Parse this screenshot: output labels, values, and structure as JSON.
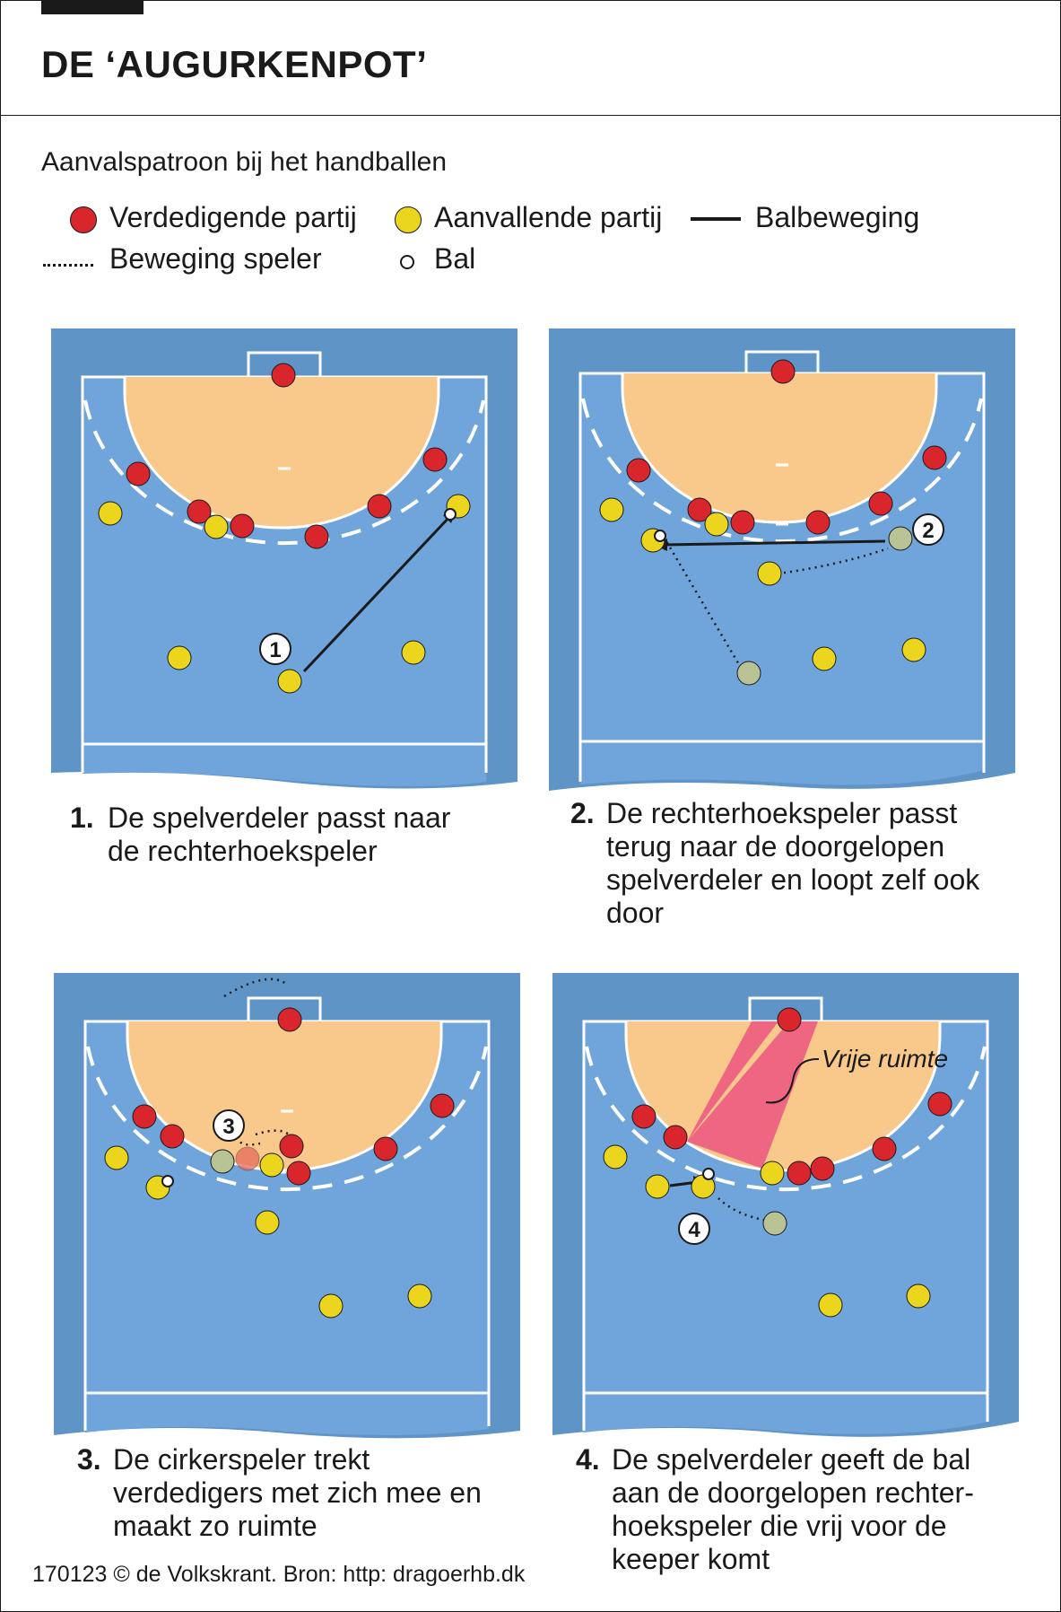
{
  "title": "DE ‘AUGURKENPOT’",
  "subtitle": "Aanvalspatroon bij het handballen",
  "legend": {
    "defending": "Verdedigende partij",
    "attacking": "Aanvallende partij",
    "ball_movement": "Balbeweging",
    "player_movement": "Beweging speler",
    "ball": "Bal"
  },
  "colors": {
    "court_outer": "#5f94c6",
    "court_inner": "#6fa5da",
    "goal_area": "#f8c98a",
    "defender": "#d8262c",
    "attacker": "#ecd51d",
    "faded_attacker": "#b9c294",
    "free_space": "#e8247c"
  },
  "steps": [
    {
      "number": "1.",
      "marker": "1",
      "caption": "De spelverdeler passt naar de rechterhoekspeler"
    },
    {
      "number": "2.",
      "marker": "2",
      "caption": "De rechterhoekspeler passt terug naar de doorgelopen spelverdeler en loopt zelf ook door"
    },
    {
      "number": "3.",
      "marker": "3",
      "caption": "De cirkerspeler trekt verdedigers met zich mee en maakt zo ruimte"
    },
    {
      "number": "4.",
      "marker": "4",
      "caption": "De spelverdeler geeft de bal aan de doorgelopen rechter­hoekspeler die vrij voor de keeper komt"
    }
  ],
  "annotation_free_space": "Vrije ruimte",
  "credit": "170123 © de Volkskrant. Bron: http: dragoerhb.dk"
}
